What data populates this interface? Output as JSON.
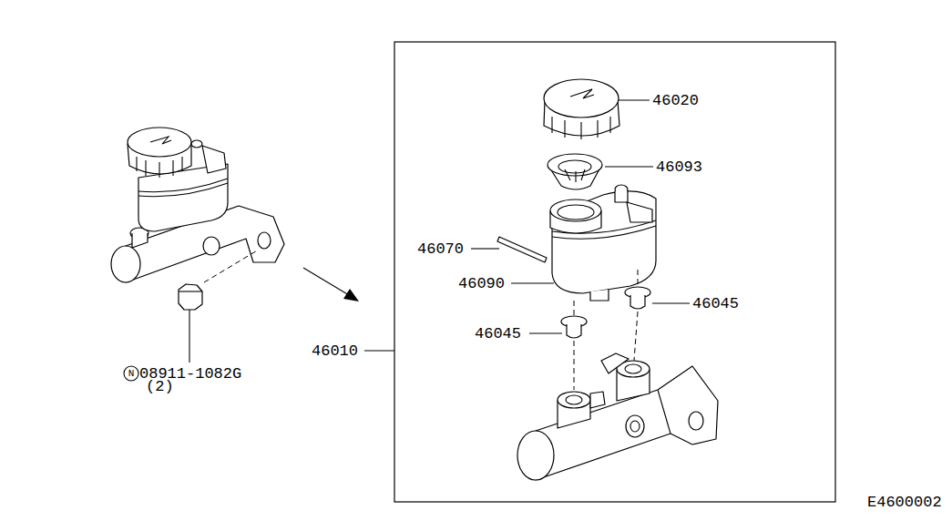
{
  "diagram": {
    "labels": [
      "46020",
      "46093",
      "46070",
      "46090",
      "46045",
      "46045",
      "46010",
      "N",
      "08911-1082G",
      "(2)",
      "E4600002"
    ]
  }
}
